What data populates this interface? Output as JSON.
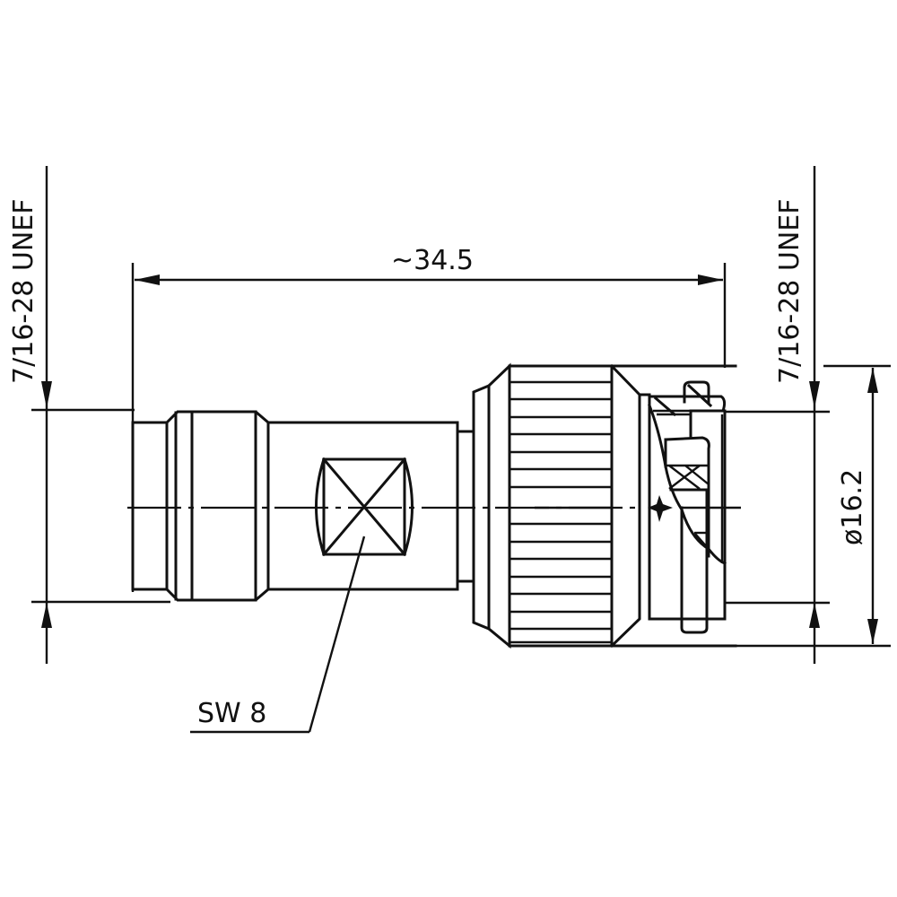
{
  "drawing": {
    "title": "Adapter technical drawing (side view)",
    "colors": {
      "line": "#111111",
      "background": "#ffffff"
    },
    "dimensions": {
      "overall_length": {
        "label": "~34.5",
        "unit": "mm"
      },
      "diameter": {
        "label": "ø16.2",
        "unit": "mm"
      },
      "wrench_size": {
        "label": "SW 8"
      }
    },
    "threads": {
      "left": {
        "label": "7/16-28 UNEF"
      },
      "right": {
        "label": "7/16-28 UNEF"
      }
    },
    "parts": [
      {
        "name": "left-threaded-nut",
        "description": "female threaded section with chamfered ring"
      },
      {
        "name": "body-with-wrench-flats",
        "description": "cylindrical body with SW 8 wrench flats"
      },
      {
        "name": "knurled-coupling-nut",
        "description": "knurled coupling nut"
      },
      {
        "name": "right-plug-interface",
        "description": "partially sectioned plug interface with gasket"
      }
    ]
  }
}
